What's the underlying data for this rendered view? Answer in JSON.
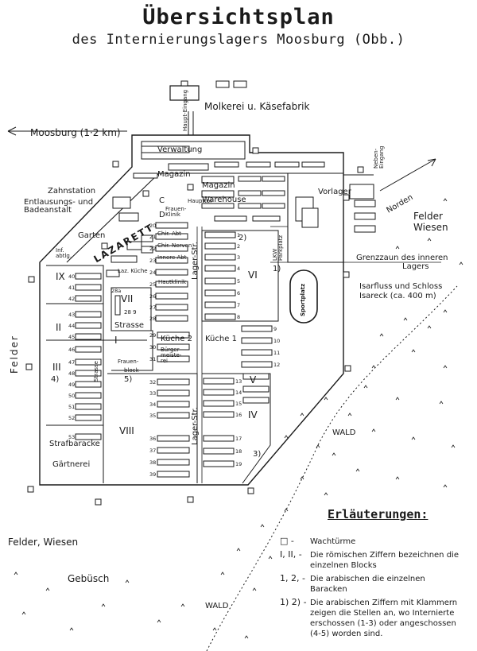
{
  "title": "Übersichtsplan",
  "subtitle": "des Internierungslagers Moosburg (Obb.)",
  "labels": {
    "molkerei": "Molkerei u. Käsefabrik",
    "haupteingang": "Haupt-Eingang",
    "moosburg": "Moosburg (1·2 km)",
    "verwaltung": "Verwaltung",
    "magazin1": "Magazin",
    "magazin2": "Magazin",
    "warehouse": "Warehouse",
    "vorlager": "Vorlager",
    "zahnstation": "Zahnstation",
    "entlausung1": "Entlausungs- und",
    "entlausung2": "Badeanstalt",
    "garten": "Garten",
    "lazarett": "LAZARETT",
    "infabtlg": "Inf. abtlg.",
    "chir_abt": "Chir. Abt",
    "chir_nerven": "Chir. Nerven",
    "innere_abt": "Innere Abt",
    "laz_kueche": "Laz. Küche",
    "hautklinik": "Hautklinik",
    "frauenklinik": "Frauen-Klinik",
    "c_label": "C",
    "d_label": "D",
    "hauptor": "Haupttor",
    "lager_str1": "Lager-Str.",
    "lager_str2": "Lager-Str.",
    "lkw_parkplatz": "LKW Parkplatz",
    "neben_eingang": "Neben-Eingang",
    "norden": "Norden",
    "felder_wiesen_e1": "Felder",
    "felder_wiesen_e2": "Wiesen",
    "grenzzaun1": "Grenzzaun des inneren",
    "grenzzaun2": "Lagers",
    "isarfluss1": "Isarfluss und Schloss",
    "isarfluss2": "Isareck (ca. 400 m)",
    "sportplatz": "Sportplatz",
    "strasse": "Strasse",
    "strasse_v": "Strasse",
    "kueche2": "Küche 2",
    "kueche1": "Küche 1",
    "buergermeisterei": "Bürger-meiste-rei",
    "frauenblock1": "Frauen-",
    "frauenblock2": "block",
    "strafbaracke": "Strafbaracke",
    "gaertnerei": "Gärtnerei",
    "felder_w": "Felder",
    "wald1": "WALD",
    "wald2": "WALD",
    "felder_wiesen_sw": "Felder, Wiesen",
    "gebuesch": "Gebüsch",
    "v289": "28 9"
  },
  "blocks": {
    "IX": "IX",
    "II": "II",
    "III": "III",
    "VII": "VII",
    "I": "I",
    "VIII": "VIII",
    "VI": "VI",
    "V": "V",
    "IV": "IV"
  },
  "barracks": [
    "1",
    "2",
    "3",
    "4",
    "5",
    "6",
    "7",
    "8",
    "9",
    "10",
    "11",
    "12",
    "13",
    "14",
    "15",
    "16",
    "17",
    "18",
    "19",
    "20",
    "21",
    "22",
    "23",
    "24",
    "25",
    "26",
    "27",
    "28",
    "28a",
    "29",
    "30",
    "31",
    "32",
    "33",
    "34",
    "35",
    "36",
    "37",
    "38",
    "39",
    "40",
    "41",
    "42",
    "43",
    "44",
    "45",
    "46",
    "47",
    "48",
    "49",
    "50",
    "51",
    "52",
    "53",
    "54"
  ],
  "markers": {
    "m1": "1)",
    "m2": "2)",
    "m3": "3)",
    "m4": "4)",
    "m5": "5)"
  },
  "legend": {
    "title": "Erläuterungen:",
    "items": [
      {
        "sym": "□ -",
        "text": "Wachtürme"
      },
      {
        "sym": "I, II, -",
        "text": "Die römischen Ziffern bezeichnen die einzelnen Blocks"
      },
      {
        "sym": "1, 2, -",
        "text": "Die arabischen die einzelnen Baracken"
      },
      {
        "sym": "1) 2) -",
        "text": "Die arabischen Ziffern mit Klammern zeigen die Stellen an, wo Internierte erschossen (1-3) oder angeschossen (4-5) worden sind."
      }
    ]
  },
  "colors": {
    "ink": "#1a1a1a",
    "paper": "#ffffff"
  }
}
